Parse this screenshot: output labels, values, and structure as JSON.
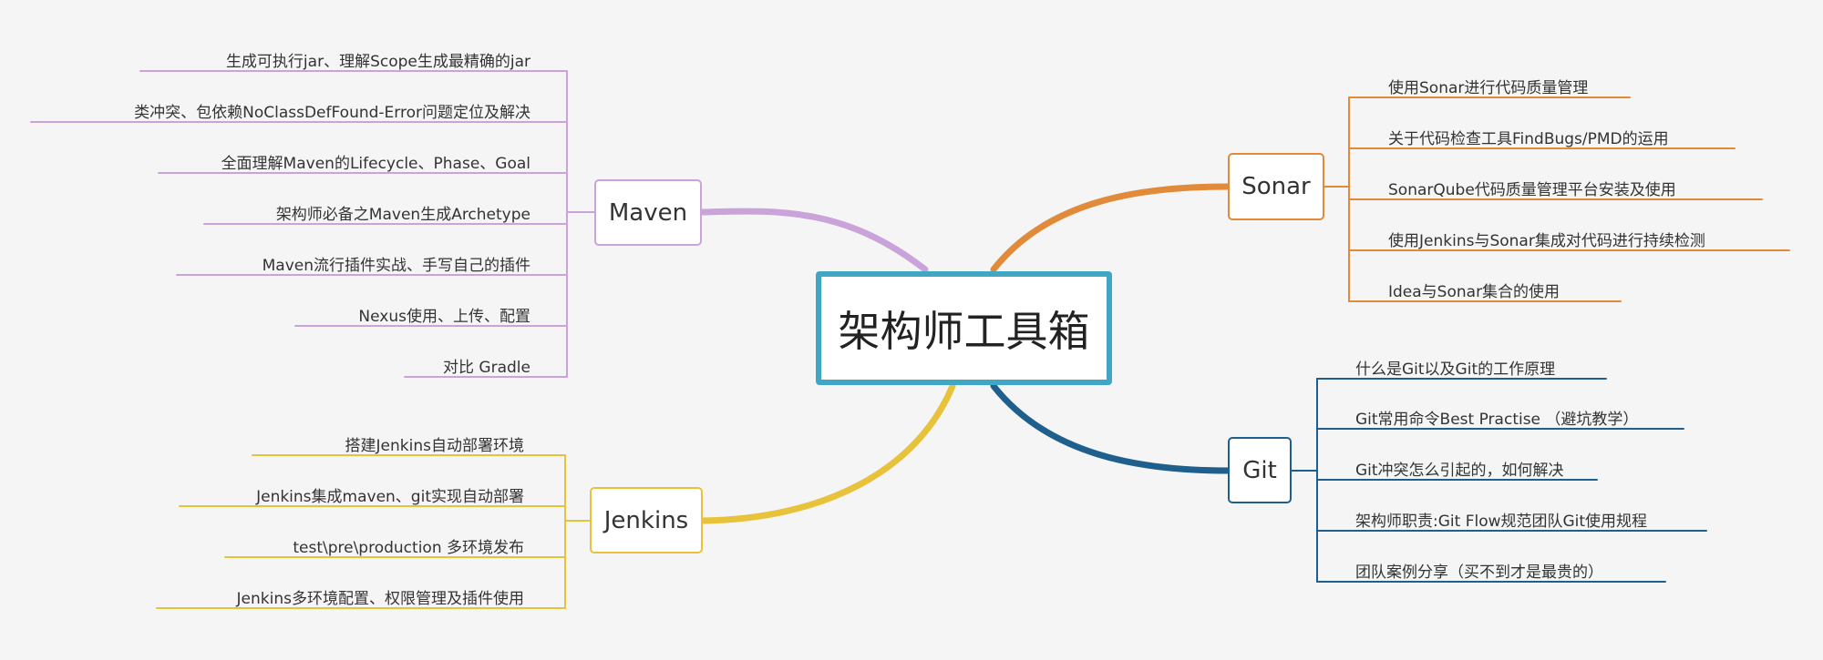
{
  "center": {
    "label": "架构师工具箱",
    "border_color": "#3fa6c4"
  },
  "branches": {
    "maven": {
      "label": "Maven",
      "color": "#c9a3d9",
      "items": [
        "生成可执行jar、理解Scope生成最精确的jar",
        "类冲突、包依赖NoClassDefFound-Error问题定位及解决",
        "全面理解Maven的Lifecycle、Phase、Goal",
        "架构师必备之Maven生成Archetype",
        "Maven流行插件实战、手写自己的插件",
        "Nexus使用、上传、配置",
        "对比 Gradle"
      ]
    },
    "jenkins": {
      "label": "Jenkins",
      "color": "#e8c23a",
      "items": [
        "搭建Jenkins自动部署环境",
        "Jenkins集成maven、git实现自动部署",
        "test\\pre\\production 多环境发布",
        "Jenkins多环境配置、权限管理及插件使用"
      ]
    },
    "sonar": {
      "label": "Sonar",
      "color": "#e08a3a",
      "items": [
        "使用Sonar进行代码质量管理",
        "关于代码检查工具FindBugs/PMD的运用",
        "SonarQube代码质量管理平台安装及使用",
        "使用Jenkins与Sonar集成对代码进行持续检测",
        "Idea与Sonar集合的使用"
      ]
    },
    "git": {
      "label": "Git",
      "color": "#1e5f8e",
      "items": [
        "什么是Git以及Git的工作原理",
        "Git常用命令Best Practise （避坑教学）",
        "Git冲突怎么引起的，如何解决",
        "架构师职责:Git Flow规范团队Git使用规程",
        "团队案例分享（买不到才是最贵的）"
      ]
    }
  }
}
